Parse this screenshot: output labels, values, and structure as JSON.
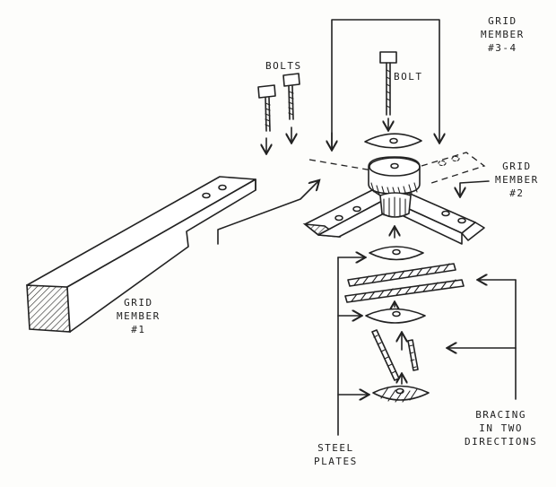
{
  "labels": {
    "bolts": "BOLTS",
    "bolt": "BOLT",
    "grid_member_34": [
      "GRID",
      "MEMBER",
      "#3-4"
    ],
    "grid_member_2": [
      "GRID",
      "MEMBER",
      "#2"
    ],
    "grid_member_1": [
      "GRID",
      "MEMBER",
      "#1"
    ],
    "steel_plates": [
      "STEEL",
      "PLATES"
    ],
    "bracing": [
      "BRACING",
      "IN TWO",
      "DIRECTIONS"
    ]
  },
  "colors": {
    "ink": "#222222",
    "paper": "#fdfdfb"
  }
}
